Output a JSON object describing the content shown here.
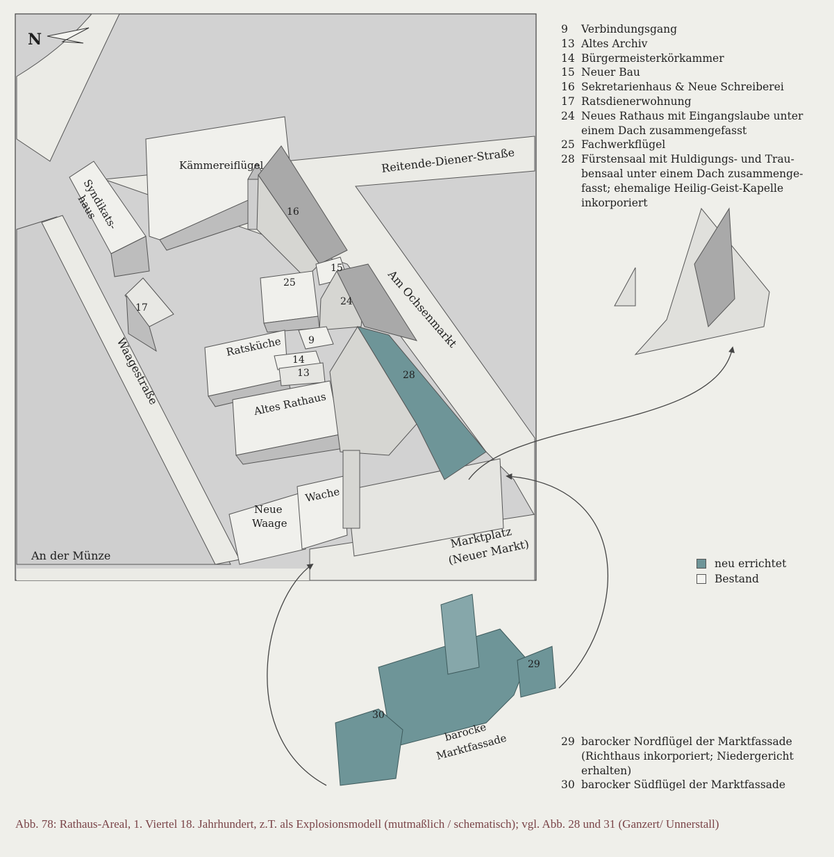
{
  "compass": {
    "letter": "N"
  },
  "streets": {
    "reitende": "Reitende-Diener-Straße",
    "ochsenmarkt": "Am Ochsenmarkt",
    "waage": "Waagestraße",
    "muenze": "An der Münze",
    "marktplatz_1": "Marktplatz",
    "marktplatz_2": "(Neuer Markt)"
  },
  "buildings": {
    "kaemmerei": "Kämmereiflügel",
    "syndikats_1": "Syndikats-",
    "syndikats_2": "haus",
    "ratskueche": "Ratsküche",
    "altes_rathaus": "Altes Rathaus",
    "neue_waage_1": "Neue",
    "neue_waage_2": "Waage",
    "wache": "Wache",
    "barocke_1": "barocke",
    "barocke_2": "Marktfassade"
  },
  "numbers": {
    "n16": "16",
    "n25": "25",
    "n15": "15",
    "n24": "24",
    "n17": "17",
    "n9": "9",
    "n14": "14",
    "n13": "13",
    "n28": "28",
    "n29": "29",
    "n30": "30"
  },
  "legend_top": [
    {
      "num": "9",
      "text": "Verbindungsgang"
    },
    {
      "num": "13",
      "text": "Altes Archiv"
    },
    {
      "num": "14",
      "text": "Bürgermeisterkörkammer"
    },
    {
      "num": "15",
      "text": "Neuer Bau"
    },
    {
      "num": "16",
      "text": "Sekretarienhaus & Neue Schreiberei"
    },
    {
      "num": "17",
      "text": "Ratsdienerwohnung"
    },
    {
      "num": "24",
      "text": "Neues Rathaus mit Eingangslaube unter"
    },
    {
      "num": "",
      "text": "einem Dach zusammengefasst"
    },
    {
      "num": "25",
      "text": "Fachwerkflügel"
    },
    {
      "num": "28",
      "text": "Fürstensaal mit Huldigungs- und Trau-"
    },
    {
      "num": "",
      "text": "bensaal unter einem Dach zusammenge-"
    },
    {
      "num": "",
      "text": "fasst; ehemalige Heilig-Geist-Kapelle"
    },
    {
      "num": "",
      "text": "inkorporiert"
    }
  ],
  "legend_bottom": [
    {
      "num": "29",
      "text": "barocker Nordflügel der Marktfassade"
    },
    {
      "num": "",
      "text": "(Richthaus inkorporiert; Niedergericht"
    },
    {
      "num": "",
      "text": "erhalten)"
    },
    {
      "num": "30",
      "text": "barocker Südflügel der Marktfassade"
    }
  ],
  "key": {
    "new_label": "neu errichtet",
    "existing_label": "Bestand",
    "new_color": "#6e9598",
    "existing_color": "#f4f4f0"
  },
  "caption": "Abb. 78: Rathaus-Areal, 1. Viertel 18. Jahrhundert, z.T. als Explosionsmodell (mutmaßlich / schematisch); vgl. Abb. 28 und 31 (Ganzert/ Unnerstall)"
}
